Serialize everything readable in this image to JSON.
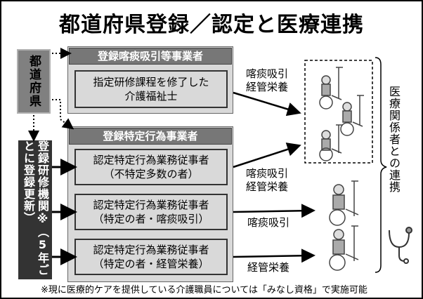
{
  "title": "都道府県登録／認定と医療連携",
  "prefecture": "都道府県",
  "registration_body": "登録研修機関※（5年ごとに登録更新）",
  "group1": {
    "header": "登録喀痰吸引等事業者",
    "box": [
      "指定研修課程を修了した",
      "介護福祉士"
    ],
    "label": [
      "喀痰吸引",
      "経管栄養"
    ]
  },
  "group2": {
    "header": "登録特定行為事業者",
    "items": [
      {
        "line1": "認定特定行為業務従事者",
        "line2": "（不特定多数の者）",
        "label": [
          "喀痰吸引",
          "経管栄養"
        ]
      },
      {
        "line1": "認定特定行為業務従事者",
        "line2": "（特定の者・喀痰吸引）",
        "label": [
          "喀痰吸引"
        ]
      },
      {
        "line1": "認定特定行為業務従事者",
        "line2": "（特定の者・経管栄養）",
        "label": [
          "経管栄養"
        ]
      }
    ]
  },
  "medical_collab": "医療関係者との連携",
  "note": "※現に医療的ケアを提供している介護職員については「みなし資格」で実施可能",
  "icons": [
    "wheelchair-person-icon",
    "stethoscope-icon"
  ]
}
